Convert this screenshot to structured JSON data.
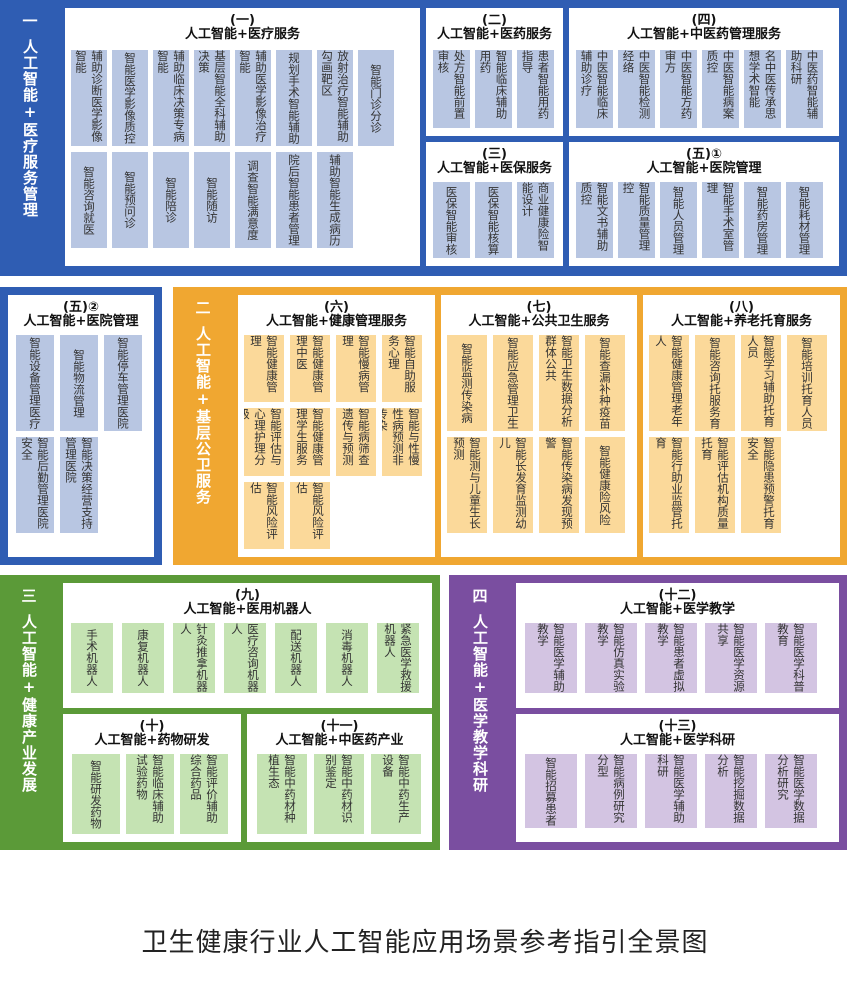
{
  "caption": "卫生健康行业人工智能应用场景参考指引全景图",
  "colors": {
    "blue": "#2f5db3",
    "yellow": "#f0a731",
    "green": "#5b9a38",
    "purple": "#7a4ea0"
  },
  "sections": [
    {
      "num": "一",
      "title": "人工智能+医疗服务管理"
    },
    {
      "num": "二",
      "title": "人工智能+基层公卫服务"
    },
    {
      "num": "三",
      "title": "人工智能+健康产业发展"
    },
    {
      "num": "四",
      "title": "人工智能+医学教学科研"
    }
  ],
  "boxes": {
    "b1": {
      "num": "(一)",
      "title": "人工智能+医疗服务",
      "items": [
        "辅助诊断医学影像智能",
        "智能医学影像质控",
        "辅助临床决策专病智能",
        "基层智能全科辅助决策",
        "辅助医学影像治疗智能",
        "规划手术智能辅助",
        "放射治疗智能辅助勾画靶区",
        "智能门诊分诊",
        "智能咨询就医",
        "智能预问诊",
        "智能陪诊",
        "智能随访",
        "调查智能满意度",
        "院后智能患者管理",
        "辅助智能生成病历"
      ]
    },
    "b2": {
      "num": "(二)",
      "title": "人工智能+医药服务",
      "items": [
        "处方智能前置审核",
        "智能临床辅助用药",
        "患者智能用药指导"
      ]
    },
    "b3": {
      "num": "(三)",
      "title": "人工智能+医保服务",
      "items": [
        "医保智能审核",
        "医保智能核算",
        "商业健康险智能设计"
      ]
    },
    "b4": {
      "num": "(四)",
      "title": "人工智能+中医药管理服务",
      "items": [
        "中医智能临床辅助诊疗",
        "中医智能检测经络",
        "中医智能方药审方",
        "中医智能病案质控",
        "名中医传承思想学术智能",
        "中医药智能辅助科研"
      ]
    },
    "b5a": {
      "num": "(五)①",
      "title": "人工智能+医院管理",
      "items": [
        "智能文书辅助质控",
        "智能质量管理控",
        "智能人员管理",
        "智能手术室管理",
        "智能药房管理",
        "智能耗材管理"
      ]
    },
    "b5b": {
      "num": "(五)②",
      "title": "人工智能+医院管理",
      "items": [
        "智能设备管理医疗",
        "智能物流管理",
        "智能停车管理医院",
        "智能后勤管理医院安全",
        "智能决策经营支持管理医院"
      ]
    },
    "b6": {
      "num": "(六)",
      "title": "人工智能+健康管理服务",
      "items": [
        "智能健康管理",
        "智能健康管理中医",
        "智能慢病管理",
        "智能自助服务心理",
        "智能评估与心理护理分级",
        "智能健康管理学生服务",
        "智能病筛查遗传与预测",
        "智能与性慢性病预测非传染",
        "智能风险评估",
        "智能风险评估"
      ]
    },
    "b7": {
      "num": "(七)",
      "title": "人工智能+公共卫生服务",
      "items": [
        "智能监测传染病",
        "智能应急管理卫生",
        "智能卫生数据分析群体公共",
        "智能查漏补种疫苗",
        "智能测与儿童生长预测",
        "智能长发育监测幼儿",
        "智能传染病发现预警",
        "智能健康险风险"
      ]
    },
    "b8": {
      "num": "(八)",
      "title": "人工智能+养老托育服务",
      "items": [
        "智能健康管理老年人",
        "智能咨询托服务育",
        "智能学习辅助托育人员",
        "智能培训托育人员",
        "智能行助业监管托育",
        "智能评估机构质量托育",
        "智能隐患预警托育安全"
      ]
    },
    "b9": {
      "num": "(九)",
      "title": "人工智能+医用机器人",
      "items": [
        "手术机器人",
        "康复机器人",
        "针灸推拿机器人",
        "医疗咨询机器人",
        "配送机器人",
        "消毒机器人",
        "紧急医学救援机器人"
      ]
    },
    "b10": {
      "num": "(十)",
      "title": "人工智能+药物研发",
      "items": [
        "智能研发药物",
        "智能临床辅助试验药物",
        "智能评价辅助综合药品"
      ]
    },
    "b11": {
      "num": "(十一)",
      "title": "人工智能+中医药产业",
      "items": [
        "智能中药材种植生态",
        "智能中药材识别鉴定",
        "智能中药生产设备"
      ]
    },
    "b12": {
      "num": "(十二)",
      "title": "人工智能+医学教学",
      "items": [
        "智能医学辅助教学",
        "智能仿真实验教学",
        "智能患者虚拟教学",
        "智能医学资源共享",
        "智能医学科普教育"
      ]
    },
    "b13": {
      "num": "(十三)",
      "title": "人工智能+医学科研",
      "items": [
        "智能招募患者",
        "智能病例研究分型",
        "智能医学辅助科研",
        "智能挖掘数据分析",
        "智能医学数据分析研究"
      ]
    }
  }
}
